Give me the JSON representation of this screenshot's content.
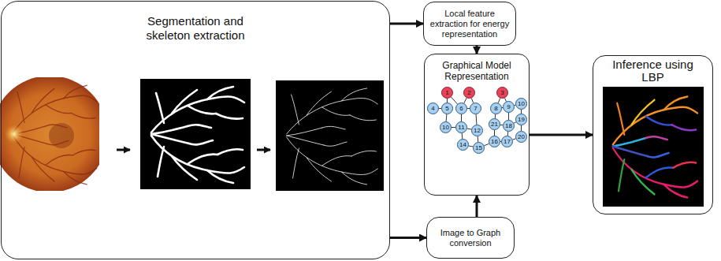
{
  "diagram": {
    "nodes": [
      {
        "text": [
          "Segmentation and skeleton extraction"
        ]
      },
      {
        "text": [
          "Local feature extraction for energy representation"
        ]
      },
      {
        "text": [
          "Graphical Model Representation"
        ]
      },
      {
        "text": [
          "1"
        ],
        "in": 2
      },
      {
        "text": [
          "2"
        ],
        "in": 2
      },
      {
        "text": [
          "3"
        ],
        "in": 2
      },
      {
        "text": [
          "4"
        ],
        "in": 2
      },
      {
        "text": [
          "5"
        ],
        "in": 2
      },
      {
        "text": [
          "6"
        ],
        "in": 2
      },
      {
        "text": [
          "7"
        ],
        "in": 2
      },
      {
        "text": [
          "8"
        ],
        "in": 2
      },
      {
        "text": [
          "9"
        ],
        "in": 2
      },
      {
        "text": [
          "10"
        ],
        "in": 2
      },
      {
        "text": [
          "10"
        ],
        "in": 2
      },
      {
        "text": [
          "11"
        ],
        "in": 2
      },
      {
        "text": [
          "12"
        ],
        "in": 2
      },
      {
        "text": [
          "21"
        ],
        "in": 2
      },
      {
        "text": [
          "18"
        ],
        "in": 2
      },
      {
        "text": [
          "19"
        ],
        "in": 2
      },
      {
        "text": [
          "20"
        ],
        "in": 2
      },
      {
        "text": [
          "14"
        ],
        "in": 2
      },
      {
        "text": [
          "15"
        ],
        "in": 2
      },
      {
        "text": [
          "16"
        ],
        "in": 2
      },
      {
        "text": [
          "17"
        ],
        "in": 2
      },
      {
        "text": [
          "Image to Graph conversion"
        ]
      },
      {
        "text": [
          "Inference using LBP"
        ]
      }
    ],
    "edges": [
      {
        "from": 0,
        "to": 1,
        "arrow": "to"
      },
      {
        "from": 0,
        "to": 24,
        "arrow": "to"
      },
      {
        "from": 1,
        "to": 2,
        "arrow": "to"
      },
      {
        "from": 24,
        "to": 2,
        "arrow": "to"
      },
      {
        "from": 2,
        "to": 25,
        "arrow": "to"
      },
      {
        "from": 3,
        "to": 7,
        "arrow": "none"
      },
      {
        "from": 3,
        "to": 8,
        "arrow": "none"
      },
      {
        "from": 4,
        "to": 8,
        "arrow": "none"
      },
      {
        "from": 4,
        "to": 9,
        "arrow": "none"
      },
      {
        "from": 6,
        "to": 7,
        "arrow": "none"
      },
      {
        "from": 8,
        "to": 9,
        "arrow": "none"
      },
      {
        "from": 7,
        "to": 13,
        "arrow": "none"
      },
      {
        "from": 8,
        "to": 14,
        "arrow": "none"
      },
      {
        "from": 9,
        "to": 15,
        "arrow": "none"
      },
      {
        "from": 13,
        "to": 14,
        "arrow": "none"
      },
      {
        "from": 14,
        "to": 15,
        "arrow": "none"
      },
      {
        "from": 14,
        "to": 20,
        "arrow": "none"
      },
      {
        "from": 20,
        "to": 21,
        "arrow": "none"
      },
      {
        "from": 15,
        "to": 21,
        "arrow": "none"
      },
      {
        "from": 21,
        "to": 22,
        "arrow": "none"
      },
      {
        "from": 5,
        "to": 10,
        "arrow": "none"
      },
      {
        "from": 5,
        "to": 11,
        "arrow": "none"
      },
      {
        "from": 10,
        "to": 11,
        "arrow": "none"
      },
      {
        "from": 11,
        "to": 12,
        "arrow": "none"
      },
      {
        "from": 10,
        "to": 16,
        "arrow": "none"
      },
      {
        "from": 11,
        "to": 17,
        "arrow": "none"
      },
      {
        "from": 16,
        "to": 17,
        "arrow": "none"
      },
      {
        "from": 17,
        "to": 18,
        "arrow": "none"
      },
      {
        "from": 12,
        "to": 18,
        "arrow": "none"
      },
      {
        "from": 18,
        "to": 19,
        "arrow": "none"
      },
      {
        "from": 16,
        "to": 22,
        "arrow": "none"
      },
      {
        "from": 17,
        "to": 23,
        "arrow": "none"
      },
      {
        "from": 22,
        "to": 23,
        "arrow": "none"
      },
      {
        "from": 23,
        "to": 19,
        "arrow": "none"
      }
    ]
  }
}
